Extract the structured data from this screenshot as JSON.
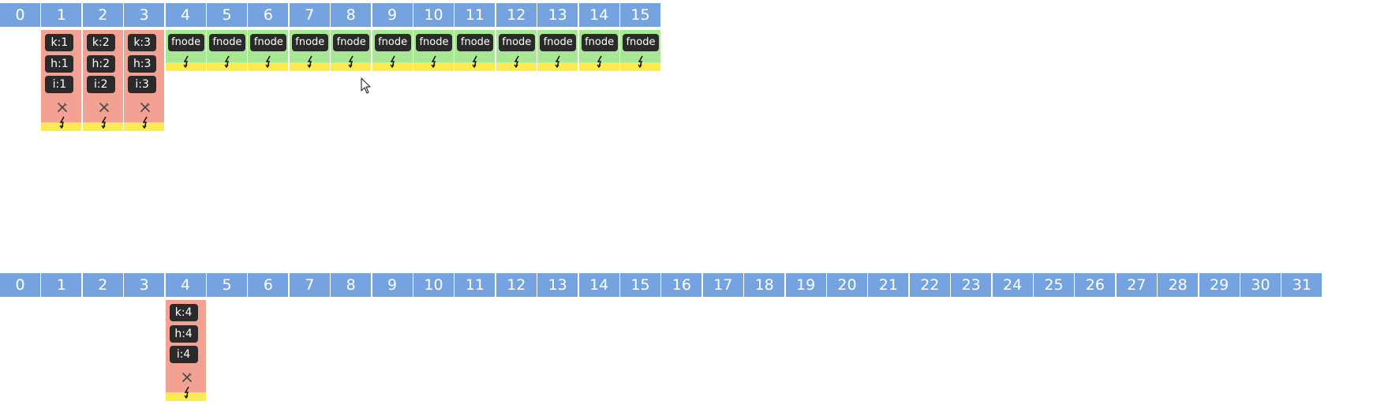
{
  "colors": {
    "header": "#74a3df",
    "entry_bucket": "#f3a193",
    "fnode_bucket": "#a8e793",
    "footer_band": "#faea53",
    "chip": "#2a2a2a"
  },
  "icons": {
    "remove": "crossed-tools-icon",
    "split": "lightning-bolt-icon"
  },
  "table_a": {
    "indices": [
      "0",
      "1",
      "2",
      "3",
      "4",
      "5",
      "6",
      "7",
      "8",
      "9",
      "10",
      "11",
      "12",
      "13",
      "14",
      "15"
    ],
    "entries": [
      {
        "index": 1,
        "k": "k:1",
        "h": "h:1",
        "i": "i:1"
      },
      {
        "index": 2,
        "k": "k:2",
        "h": "h:2",
        "i": "i:2"
      },
      {
        "index": 3,
        "k": "k:3",
        "h": "h:3",
        "i": "i:3"
      }
    ],
    "fnodes": [
      {
        "index": 4,
        "label": "fnode"
      },
      {
        "index": 5,
        "label": "fnode"
      },
      {
        "index": 6,
        "label": "fnode"
      },
      {
        "index": 7,
        "label": "fnode"
      },
      {
        "index": 8,
        "label": "fnode"
      },
      {
        "index": 9,
        "label": "fnode"
      },
      {
        "index": 10,
        "label": "fnode"
      },
      {
        "index": 11,
        "label": "fnode"
      },
      {
        "index": 12,
        "label": "fnode"
      },
      {
        "index": 13,
        "label": "fnode"
      },
      {
        "index": 14,
        "label": "fnode"
      },
      {
        "index": 15,
        "label": "fnode"
      }
    ]
  },
  "table_b": {
    "indices": [
      "0",
      "1",
      "2",
      "3",
      "4",
      "5",
      "6",
      "7",
      "8",
      "9",
      "10",
      "11",
      "12",
      "13",
      "14",
      "15",
      "16",
      "17",
      "18",
      "19",
      "20",
      "21",
      "22",
      "23",
      "24",
      "25",
      "26",
      "27",
      "28",
      "29",
      "30",
      "31"
    ],
    "entries": [
      {
        "index": 4,
        "k": "k:4",
        "h": "h:4",
        "i": "i:4"
      }
    ],
    "fnodes": []
  }
}
